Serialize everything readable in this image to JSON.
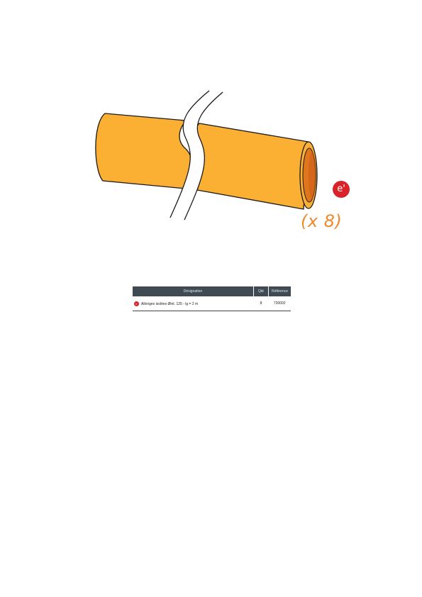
{
  "colors": {
    "pipe": "#fbb034",
    "pipe_inner": "#e0761c",
    "accent_orange": "#ef8a2b",
    "badge_red": "#d8232a",
    "header_dark": "#3f4a52"
  },
  "illustration": {
    "icon": "pipe-illustration",
    "part_badge": "e'",
    "quantity_note": "(x 8)"
  },
  "table": {
    "headers": {
      "designation": "Désignation",
      "qty": "Qté",
      "reference": "Référence"
    },
    "rows": [
      {
        "badge": "e'",
        "designation": "Allonges isolées Øint. 125 - lg = 2 m",
        "qty": "8",
        "reference": "730002"
      }
    ]
  }
}
